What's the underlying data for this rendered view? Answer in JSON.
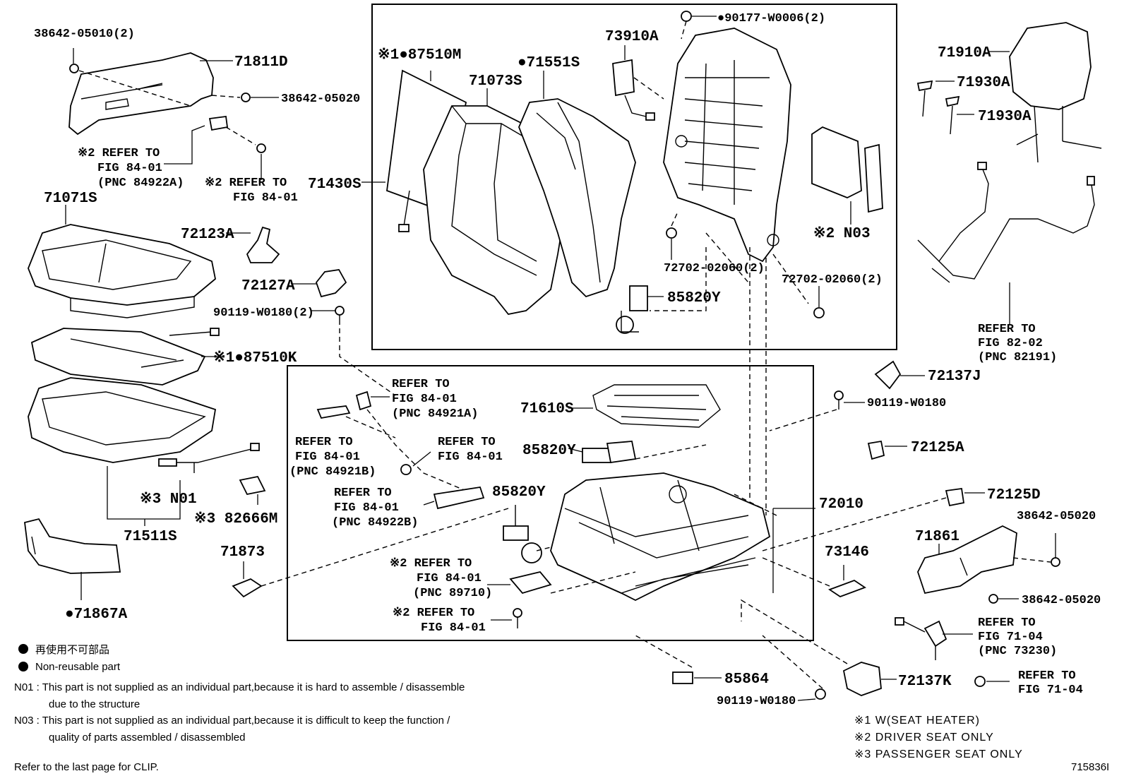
{
  "parts": {
    "p38642_05010": "38642-05010(2)",
    "p71811D": "71811D",
    "p38642_05020_top": "38642-05020",
    "ref_84922A_1": "※2 REFER TO",
    "ref_84922A_2": "FIG 84-01",
    "ref_84922A_3": "(PNC 84922A)",
    "ref_8401_a1": "※2 REFER TO",
    "ref_8401_a2": "FIG 84-01",
    "p71071S": "71071S",
    "p72123A": "72123A",
    "p72127A": "72127A",
    "p90119_W0180_2": "90119-W0180(2)",
    "p87510K": "※1●87510K",
    "p71511S": "71511S",
    "n01": "※3 N01",
    "p82666M": "※3 82666M",
    "p71873": "71873",
    "p71867A": "●71867A",
    "p87510M": "※1●87510M",
    "p71073S": "71073S",
    "p71551S": "●71551S",
    "p71430S": "71430S",
    "p73910A": "73910A",
    "p90177_W0006": "●90177-W0006(2)",
    "n03": "※2 N03",
    "p72702_02060_a": "72702-02060(2)",
    "p72702_02060_b": "72702-02060(2)",
    "p85820Y_top": "85820Y",
    "p71910A": "71910A",
    "p71930A_a": "71930A",
    "p71930A_b": "71930A",
    "ref_82191_1": "REFER TO",
    "ref_82191_2": "FIG 82-02",
    "ref_82191_3": "(PNC 82191)",
    "ref_84921A_1": "REFER TO",
    "ref_84921A_2": "FIG 84-01",
    "ref_84921A_3": "(PNC 84921A)",
    "ref_84921B_1": "REFER TO",
    "ref_84921B_2": "FIG 84-01",
    "ref_84921B_3": "(PNC 84921B)",
    "ref_8401_b1": "REFER TO",
    "ref_8401_b2": "FIG 84-01",
    "ref_84922B_1": "REFER TO",
    "ref_84922B_2": "FIG 84-01",
    "ref_84922B_3": "(PNC 84922B)",
    "p71610S": "71610S",
    "p85820Y_mid": "85820Y",
    "p85820Y_low": "85820Y",
    "ref_89710_1": "※2 REFER TO",
    "ref_89710_2": "FIG 84-01",
    "ref_89710_3": "(PNC 89710)",
    "ref_8401_c1": "※2 REFER TO",
    "ref_8401_c2": "FIG 84-01",
    "p72010": "72010",
    "p72137J": "72137J",
    "p90119_W0180_r": "90119-W0180",
    "p72125A": "72125A",
    "p72125D": "72125D",
    "p38642_05020_r1": "38642-05020",
    "p71861": "71861",
    "p73146": "73146",
    "p38642_05020_r2": "38642-05020",
    "ref_73230_1": "REFER TO",
    "ref_73230_2": "FIG 71-04",
    "ref_73230_3": "(PNC 73230)",
    "ref_7104_1": "REFER TO",
    "ref_7104_2": "FIG 71-04",
    "p85864": "85864",
    "p72137K": "72137K",
    "p90119_W0180_b": "90119-W0180"
  },
  "legend": {
    "jp": "再使用不可部品",
    "en": "Non-reusable part",
    "n01_a": "N01 : This part is not supplied as an individual part,because it is hard to assemble / disassemble",
    "n01_b": "due to the structure",
    "n03_a": "N03 : This part is not supplied as an individual part,because it is difficult to keep the function /",
    "n03_b": "quality of parts assembled / disassembled",
    "clip": "Refer to the last page for CLIP.",
    "k1": "※1  W(SEAT HEATER)",
    "k2": "※2  DRIVER SEAT ONLY",
    "k3": "※3  PASSENGER SEAT ONLY",
    "figno": "715836I"
  }
}
